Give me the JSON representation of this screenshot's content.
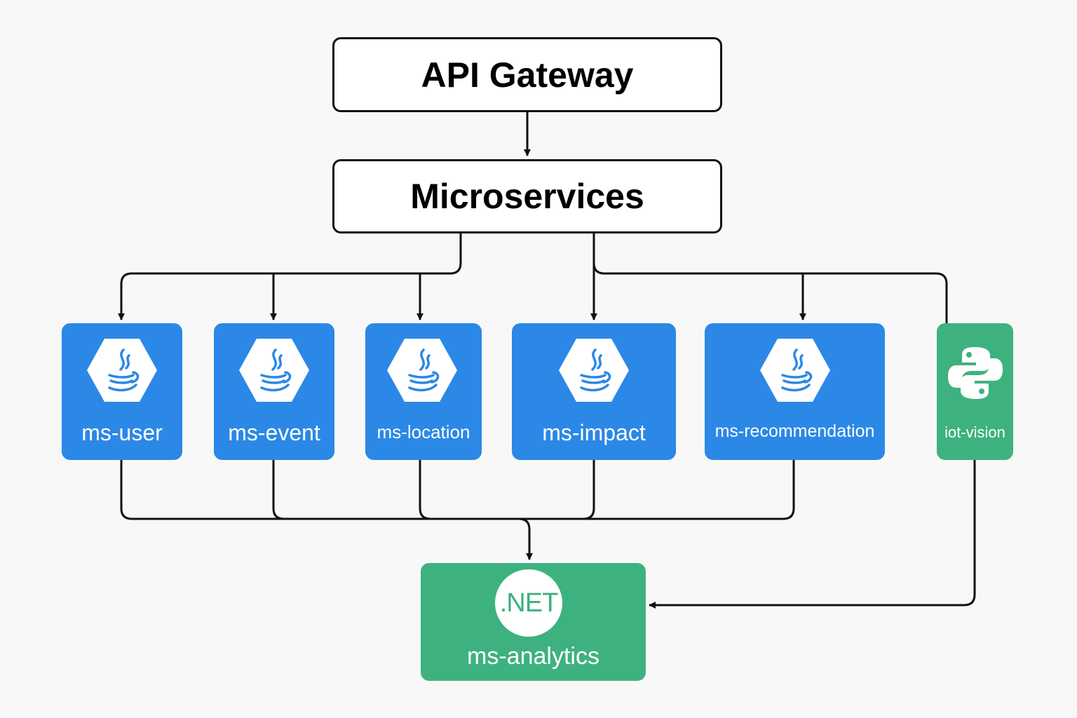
{
  "colors": {
    "java_service": "#2b88e6",
    "green_service": "#3db27f",
    "line": "#111111",
    "background": "#f8f8f8"
  },
  "api_gateway": {
    "label": "API Gateway"
  },
  "microservices": {
    "label": "Microservices"
  },
  "services": [
    {
      "label": "ms-user",
      "icon": "java-icon"
    },
    {
      "label": "ms-event",
      "icon": "java-icon"
    },
    {
      "label": "ms-location",
      "icon": "java-icon"
    },
    {
      "label": "ms-impact",
      "icon": "java-icon"
    },
    {
      "label": "ms-recommendation",
      "icon": "java-icon"
    },
    {
      "label": "iot-vision",
      "icon": "python-icon"
    }
  ],
  "analytics": {
    "label": "ms-analytics",
    "badge": ".NET",
    "icon": "dotnet-icon"
  }
}
